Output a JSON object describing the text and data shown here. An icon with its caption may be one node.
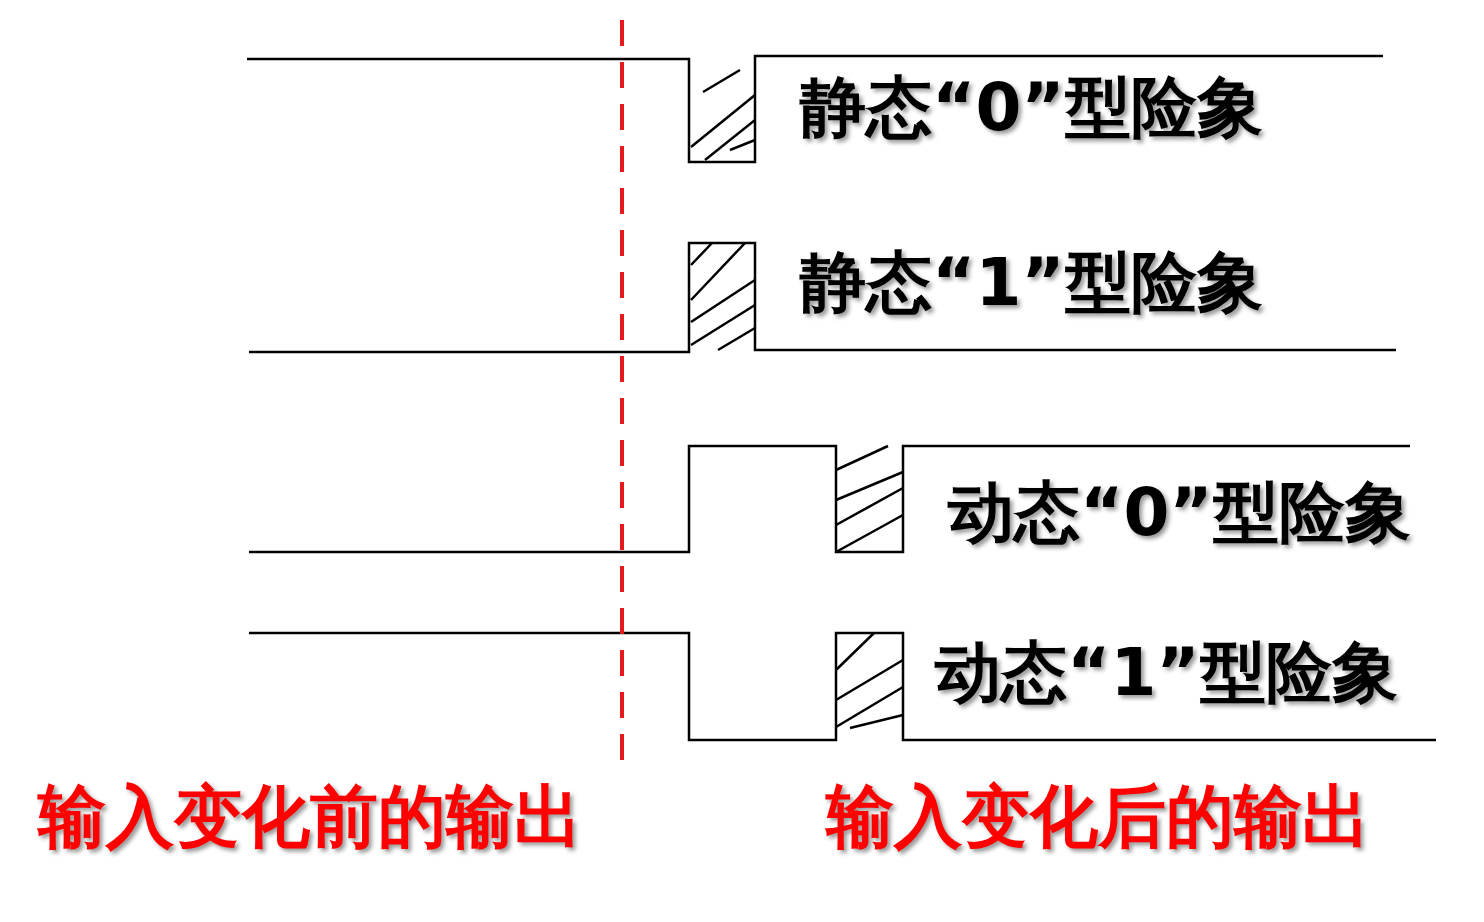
{
  "diagram": {
    "labels": [
      "静态“0”型险象",
      "静态“1”型险象",
      "动态“0”型险象",
      "动态“1”型险象",
      "输入变化前的输出",
      "输入变化后的输出"
    ]
  }
}
